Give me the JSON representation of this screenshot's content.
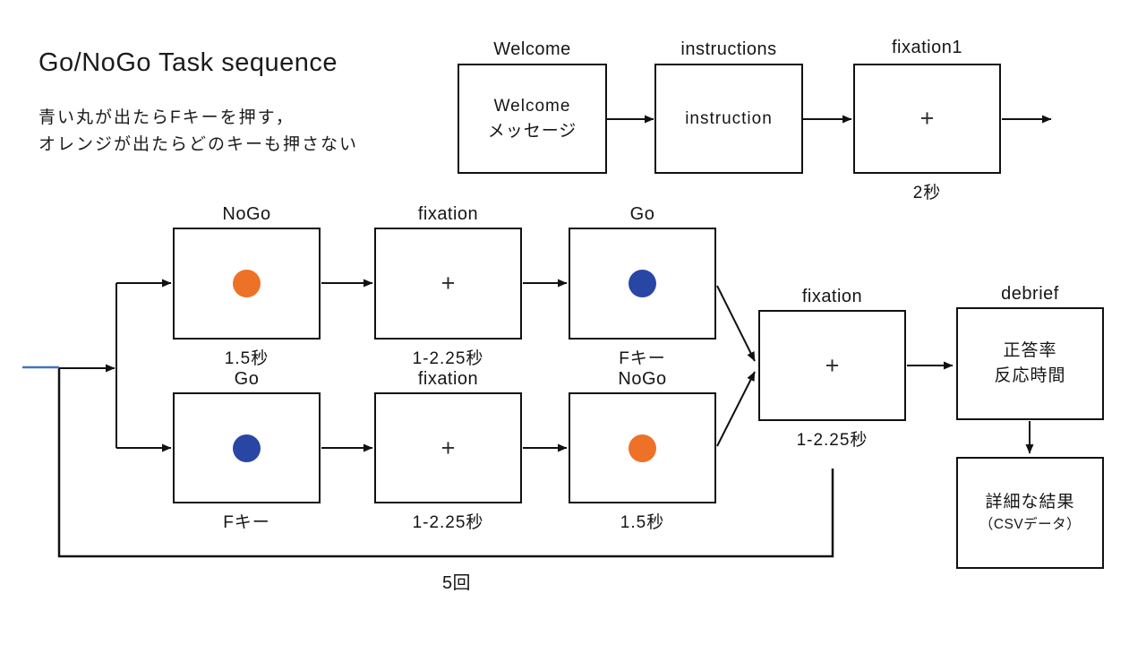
{
  "title": "Go/NoGo Task sequence",
  "description": {
    "line1": "青い丸が出たらFキーを押す，",
    "line2": "オレンジが出たらどのキーも押さない"
  },
  "colors": {
    "go_circle": "#2a46a5",
    "nogo_circle": "#ed7127",
    "start_marker": "#4472c4",
    "stroke": "#111111"
  },
  "top_row": {
    "welcome": {
      "label": "Welcome",
      "content_line1": "Welcome",
      "content_line2": "メッセージ"
    },
    "instructions": {
      "label": "instructions",
      "content": "instruction"
    },
    "fixation1": {
      "label": "fixation1",
      "content": "+",
      "duration": "2秒"
    }
  },
  "trial_rows": {
    "row1": {
      "nogo": {
        "label": "NoGo",
        "duration": "1.5秒"
      },
      "fixation": {
        "label": "fixation",
        "content": "+",
        "duration": "1-2.25秒"
      },
      "go": {
        "label": "Go",
        "duration": "Fキー"
      }
    },
    "row2": {
      "go": {
        "label": "Go",
        "duration": "Fキー"
      },
      "fixation": {
        "label": "fixation",
        "content": "+",
        "duration": "1-2.25秒"
      },
      "nogo": {
        "label": "NoGo",
        "duration": "1.5秒"
      }
    }
  },
  "converge_fixation": {
    "label": "fixation",
    "content": "+",
    "duration": "1-2.25秒"
  },
  "debrief": {
    "label": "debrief",
    "content_line1": "正答率",
    "content_line2": "反応時間"
  },
  "results": {
    "content_line1": "詳細な結果",
    "content_line2": "（CSVデータ）"
  },
  "loop": {
    "label": "5回"
  }
}
